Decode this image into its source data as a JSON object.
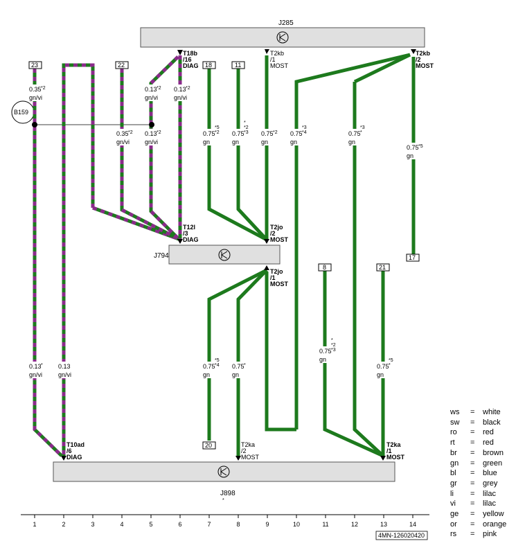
{
  "components": {
    "J285": {
      "label": "J285"
    },
    "J794": {
      "label": "J794"
    },
    "J898": {
      "label": "J898",
      "note": "*"
    },
    "B159": {
      "label": "B159"
    }
  },
  "connectors": [
    {
      "id": "c_t18b",
      "lines": [
        "T18b",
        "/16",
        "DIAG"
      ]
    },
    {
      "id": "c_t2kb1",
      "lines": [
        "T2kb",
        "/1",
        "MOST"
      ]
    },
    {
      "id": "c_t2kb2",
      "lines": [
        "T2kb",
        "/2",
        "MOST"
      ]
    },
    {
      "id": "c_t12l",
      "lines": [
        "T12l",
        "/3",
        "DIAG"
      ]
    },
    {
      "id": "c_t2jo2",
      "lines": [
        "T2jo",
        "/2",
        "MOST"
      ]
    },
    {
      "id": "c_t2jo1",
      "lines": [
        "T2jo",
        "/1",
        "MOST"
      ]
    },
    {
      "id": "c_t10ad",
      "lines": [
        "T10ad",
        "/6",
        "DIAG"
      ]
    },
    {
      "id": "c_t2ka2",
      "lines": [
        "T2ka",
        "/2",
        "MOST"
      ]
    },
    {
      "id": "c_t2ka1",
      "lines": [
        "T2ka",
        "/1",
        "MOST"
      ]
    }
  ],
  "boxes": [
    "23",
    "22",
    "18",
    "11",
    "8",
    "21",
    "17",
    "20"
  ],
  "wires": [
    {
      "id": "w1a",
      "size": "0.35",
      "note": "*2",
      "color": "gn/vi"
    },
    {
      "id": "w1b",
      "size": "0.13",
      "note": "*",
      "color": "gn/vi"
    },
    {
      "id": "w2",
      "size": "0.13",
      "note": "",
      "color": "gn/vi"
    },
    {
      "id": "w4",
      "size": "0.35",
      "note": "*2",
      "color": "gn/vi"
    },
    {
      "id": "w5a",
      "size": "0.13",
      "note": "*2",
      "color": "gn/vi"
    },
    {
      "id": "w5b",
      "size": "0.13",
      "note": "*2",
      "color": "gn/vi"
    },
    {
      "id": "w6",
      "size": "0.13",
      "note": "*2",
      "color": "gn/vi"
    },
    {
      "id": "w7a",
      "size": "0.75",
      "note": "*5\n*2",
      "color": "gn"
    },
    {
      "id": "w8a",
      "size": "0.75",
      "note": "*\n*2\n*3",
      "color": "gn"
    },
    {
      "id": "w9a",
      "size": "0.75",
      "note": "*2",
      "color": "gn"
    },
    {
      "id": "w10",
      "size": "0.75",
      "note": "*3\n*4",
      "color": "gn"
    },
    {
      "id": "w12",
      "size": "0.75",
      "note": "*3\n*",
      "color": "gn"
    },
    {
      "id": "w14",
      "size": "0.75",
      "note": "*5",
      "color": "gn"
    },
    {
      "id": "w7b",
      "size": "0.75",
      "note": "*5\n*4",
      "color": "gn"
    },
    {
      "id": "w8b",
      "size": "0.75",
      "note": "*",
      "color": "gn"
    },
    {
      "id": "w11",
      "size": "0.75",
      "note": "*\n*2\n*3",
      "color": "gn"
    },
    {
      "id": "w13",
      "size": "0.75",
      "note": "*5\n*",
      "color": "gn"
    }
  ],
  "columns": [
    "1",
    "2",
    "3",
    "4",
    "5",
    "6",
    "7",
    "8",
    "9",
    "10",
    "11",
    "12",
    "13",
    "14"
  ],
  "doc_id": "4MN-126020420",
  "wire_colors": {
    "gn": "#1d7a1d",
    "vi": "#8a2b8a"
  },
  "legend": [
    {
      "code": "ws",
      "name": "white"
    },
    {
      "code": "sw",
      "name": "black"
    },
    {
      "code": "ro",
      "name": "red"
    },
    {
      "code": "rt",
      "name": "red"
    },
    {
      "code": "br",
      "name": "brown"
    },
    {
      "code": "gn",
      "name": "green"
    },
    {
      "code": "bl",
      "name": "blue"
    },
    {
      "code": "gr",
      "name": "grey"
    },
    {
      "code": "li",
      "name": "lilac"
    },
    {
      "code": "vi",
      "name": "lilac"
    },
    {
      "code": "ge",
      "name": "yellow"
    },
    {
      "code": "or",
      "name": "orange"
    },
    {
      "code": "rs",
      "name": "pink"
    }
  ]
}
